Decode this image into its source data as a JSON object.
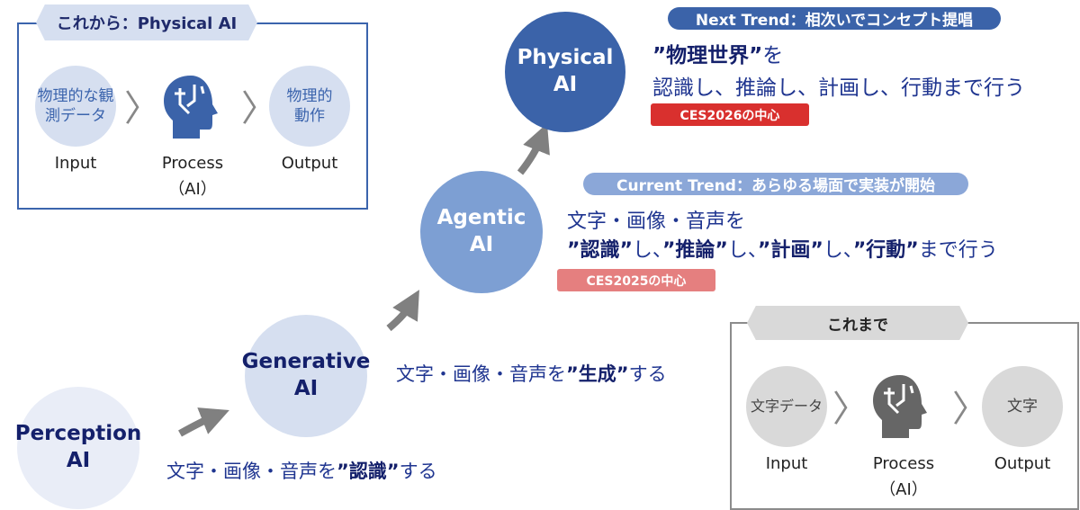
{
  "future_box": {
    "title": "これから：Physical AI",
    "input_circle": "物理的な観測データ",
    "output_circle": "物理的動作",
    "input": "Input",
    "process": "Process",
    "process_sub": "（AI）",
    "output": "Output"
  },
  "past_box": {
    "title": "これまで",
    "input_circle": "文字データ",
    "output_circle": "文字",
    "input": "Input",
    "process": "Process",
    "process_sub": "（AI）",
    "output": "Output"
  },
  "stages": {
    "perception": {
      "line1": "Perception",
      "line2": "AI",
      "desc_pre": "文字・画像・音声を",
      "desc_bold": "”認識”",
      "desc_post": "する"
    },
    "generative": {
      "line1": "Generative",
      "line2": "AI",
      "desc_pre": "文字・画像・音声を",
      "desc_bold": "”生成”",
      "desc_post": "する"
    },
    "agentic": {
      "line1": "Agentic",
      "line2": "AI",
      "trend": "Current Trend：あらゆる場面で実装が開始",
      "desc1": "文字・画像・音声を",
      "b1": "”認識”",
      "t1": "し、",
      "b2": "”推論”",
      "t2": "し、",
      "b3": "”計画”",
      "t3": "し、",
      "b4": "”行動”",
      "t4": "まで行う",
      "tag": "CES2025の中心"
    },
    "physical": {
      "line1": "Physical",
      "line2": "AI",
      "trend": "Next Trend：相次いでコンセプト提唱",
      "desc_bold": "”物理世界”",
      "desc_post": "を",
      "desc2": "認識し、推論し、計画し、行動まで行う",
      "tag": "CES2026の中心"
    }
  },
  "colors": {
    "blue": "#3b63a9",
    "light_blue": "#7d9fd3",
    "pale": "#d6dff0",
    "red": "#d9302e",
    "pink": "#e57f7f",
    "grey": "#d9d9d9"
  }
}
